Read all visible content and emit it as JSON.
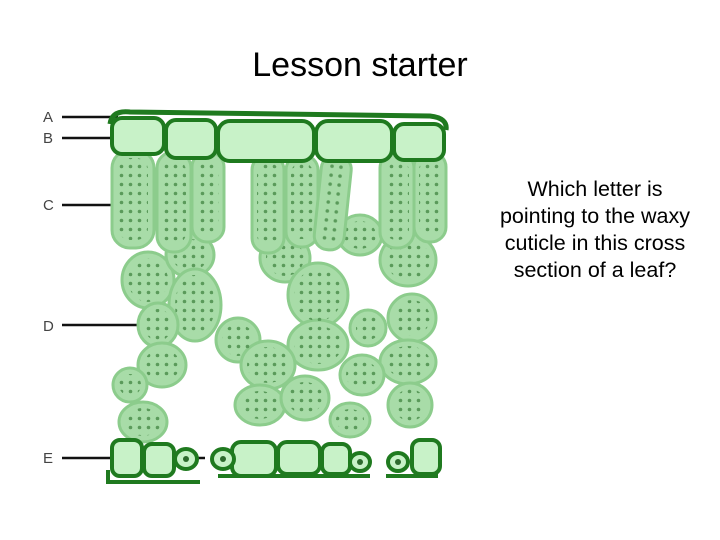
{
  "title": "Lesson starter",
  "question": "Which letter is pointing to the waxy cuticle in this cross section of a leaf?",
  "labels": [
    "A",
    "B",
    "C",
    "D",
    "E"
  ],
  "colors": {
    "cell_fill": "#c8f2c8",
    "cell_fill_light": "#a8dca8",
    "cell_border": "#2d8a2d",
    "cuticle": "#1f7a1f",
    "chloroplast": "#5a9a5a"
  }
}
